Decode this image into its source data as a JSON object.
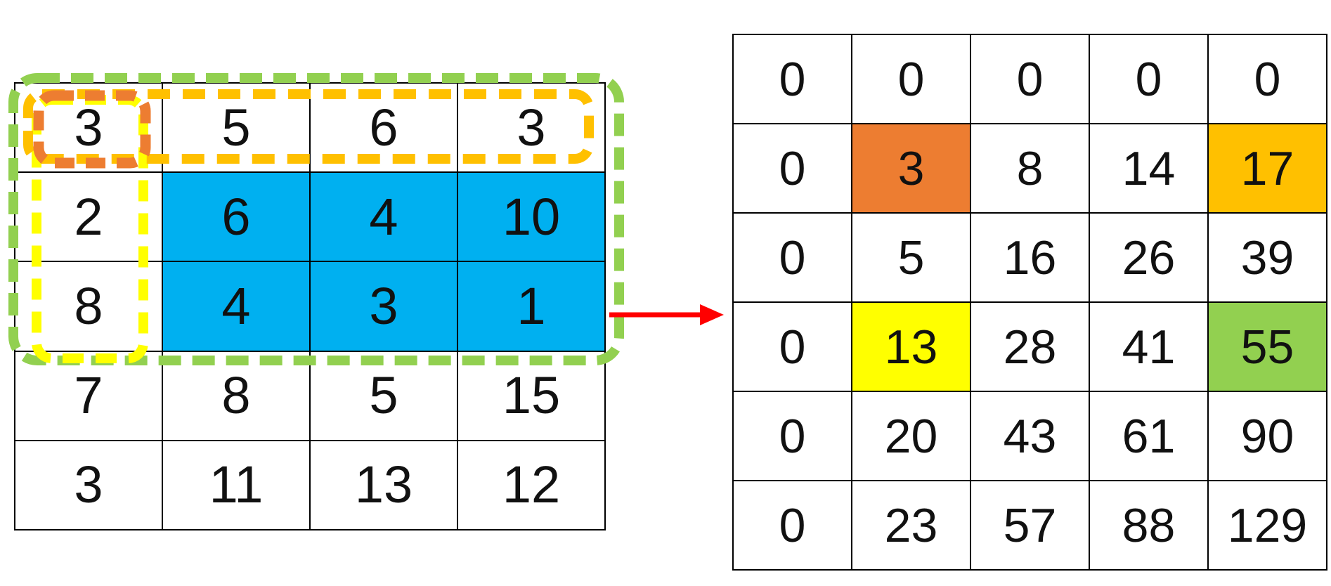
{
  "colors": {
    "blue_fill": "#00B0F0",
    "orange_fill": "#ED7D31",
    "gold_fill": "#FFC000",
    "yellow_fill": "#FFFF00",
    "green_fill": "#92D050",
    "orange_outline": "#ED7D31",
    "gold_outline": "#FFC000",
    "yellow_outline": "#FFFF00",
    "green_outline": "#92D050",
    "arrow_red": "#FF0000",
    "grid_line": "#000000"
  },
  "input_grid": {
    "rows": 5,
    "cols": 4,
    "values": [
      [
        3,
        5,
        6,
        3
      ],
      [
        2,
        6,
        4,
        10
      ],
      [
        8,
        4,
        3,
        1
      ],
      [
        7,
        8,
        5,
        15
      ],
      [
        3,
        11,
        13,
        12
      ]
    ],
    "cell_fills": {
      "1,1": "blue_fill",
      "1,2": "blue_fill",
      "1,3": "blue_fill",
      "2,1": "blue_fill",
      "2,2": "blue_fill",
      "2,3": "blue_fill"
    }
  },
  "sat_grid": {
    "rows": 6,
    "cols": 5,
    "values": [
      [
        0,
        0,
        0,
        0,
        0
      ],
      [
        0,
        3,
        8,
        14,
        17
      ],
      [
        0,
        5,
        16,
        26,
        39
      ],
      [
        0,
        13,
        28,
        41,
        55
      ],
      [
        0,
        20,
        43,
        61,
        90
      ],
      [
        0,
        23,
        57,
        88,
        129
      ]
    ],
    "cell_fills": {
      "1,1": "orange_fill",
      "1,4": "gold_fill",
      "3,1": "yellow_fill",
      "3,4": "green_fill"
    }
  },
  "overlays": [
    {
      "name": "green-region-outline",
      "color_key": "green_outline"
    },
    {
      "name": "yellow-column-outline",
      "color_key": "yellow_outline"
    },
    {
      "name": "gold-row-outline",
      "color_key": "gold_outline"
    },
    {
      "name": "orange-cell-outline",
      "color_key": "orange_outline"
    }
  ],
  "arrow": {
    "direction": "right",
    "color_key": "arrow_red"
  }
}
